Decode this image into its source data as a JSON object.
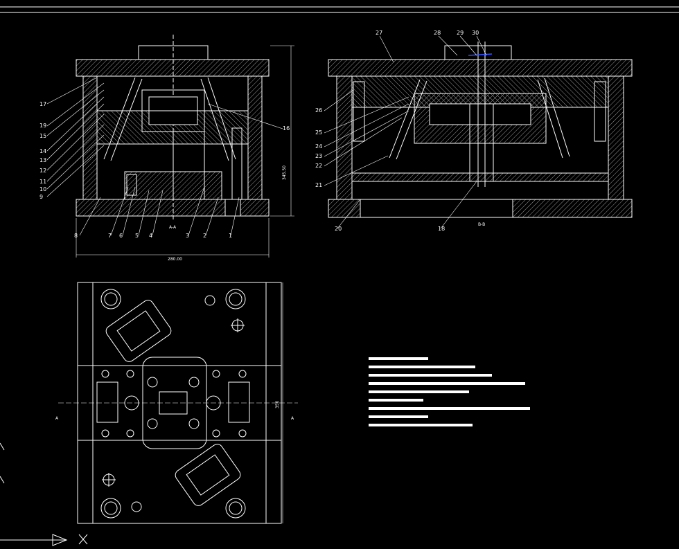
{
  "drawing": {
    "colors": {
      "background": "#000000",
      "line": "#ffffff",
      "accent": "#3355ff"
    },
    "left_section": {
      "label_cut": "A-A",
      "height_dim": "345.50",
      "width_dim": "280.00",
      "part_numbers": [
        "17",
        "16",
        "19",
        "15",
        "14",
        "13",
        "12",
        "11",
        "10",
        "9",
        "8",
        "7",
        "6",
        "5",
        "4",
        "3",
        "2",
        "1"
      ]
    },
    "right_section": {
      "label_cut": "B-B",
      "part_numbers": [
        "27",
        "28",
        "29",
        "30",
        "26",
        "25",
        "24",
        "23",
        "22",
        "21",
        "20",
        "18"
      ]
    },
    "plan_view": {
      "width_dim": "350",
      "section_marker_left": "A",
      "section_marker_right": "A"
    },
    "tech_notes_line_count": 9,
    "tech_notes_widths": [
      86,
      154,
      178,
      226,
      145,
      79,
      233,
      86,
      150
    ]
  }
}
